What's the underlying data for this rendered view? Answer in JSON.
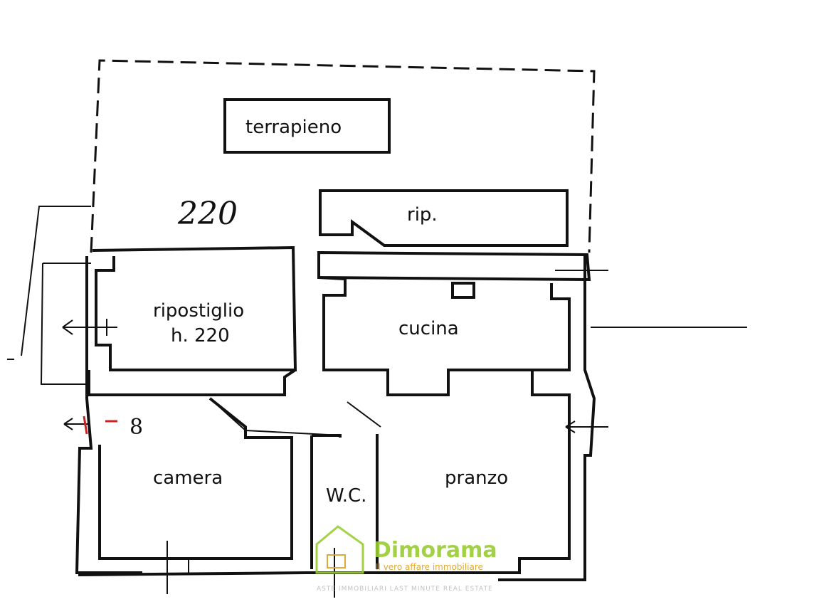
{
  "plan": {
    "labels": {
      "terrapieno": "terrapieno",
      "handwritten_height": "220",
      "rip": "rip.",
      "ripostiglio": "ripostiglio",
      "ripostiglio_height": "h. 220",
      "cucina": "cucina",
      "camera": "camera",
      "wc": "W.C.",
      "pranzo": "pranzo",
      "marker": "8"
    }
  },
  "watermark": {
    "brand": "Dimorama",
    "slogan": "Il vero affare immobiliare",
    "tagline": "ASTE IMMOBILIARI  LAST MINUTE  REAL ESTATE",
    "colors": {
      "brand": "#9acd32",
      "accent": "#e0a020"
    }
  },
  "colors": {
    "lines": "#111111",
    "marker": "#cc2222"
  }
}
